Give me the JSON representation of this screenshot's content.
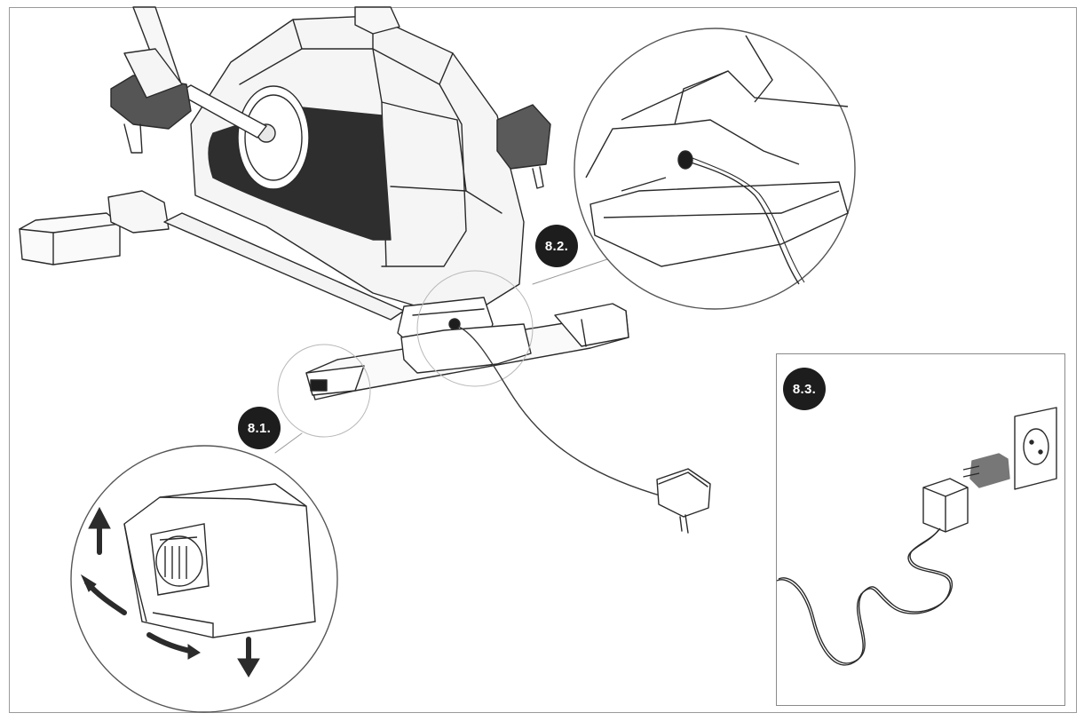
{
  "figure": {
    "steps": [
      {
        "id": "8.1",
        "label": "8.1."
      },
      {
        "id": "8.2",
        "label": "8.2."
      },
      {
        "id": "8.3",
        "label": "8.3."
      }
    ],
    "colors": {
      "line": "#2a2a2a",
      "badge": "#1d1d1d",
      "arrow": "#2b2b2b",
      "plug_arrow": "#7a7a7a",
      "frame": "#9a9a9a"
    }
  }
}
